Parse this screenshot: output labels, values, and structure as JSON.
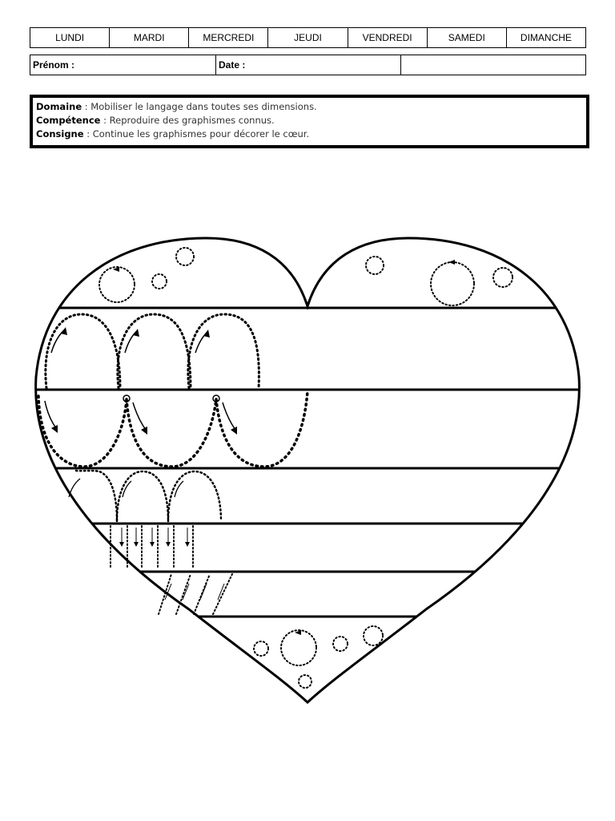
{
  "days": [
    "LUNDI",
    "MARDI",
    "MERCREDI",
    "JEUDI",
    "VENDREDI",
    "SAMEDI",
    "DIMANCHE"
  ],
  "identity": {
    "prenom_label": "Prénom :",
    "date_label": "Date :",
    "extra_label": ""
  },
  "info": {
    "domaine_label": "Domaine",
    "domaine_text": " : Mobiliser le langage dans toutes ses dimensions.",
    "competence_label": "Compétence",
    "competence_text": " : Reproduire des graphismes connus.",
    "consigne_label": "Consigne",
    "consigne_text": " : Continue les graphismes pour décorer le cœur."
  },
  "worksheet": {
    "shape": "heart",
    "bands": [
      "circles",
      "loops-up",
      "loops-down",
      "arches",
      "vertical-lines",
      "slanted-lines",
      "circles"
    ]
  }
}
